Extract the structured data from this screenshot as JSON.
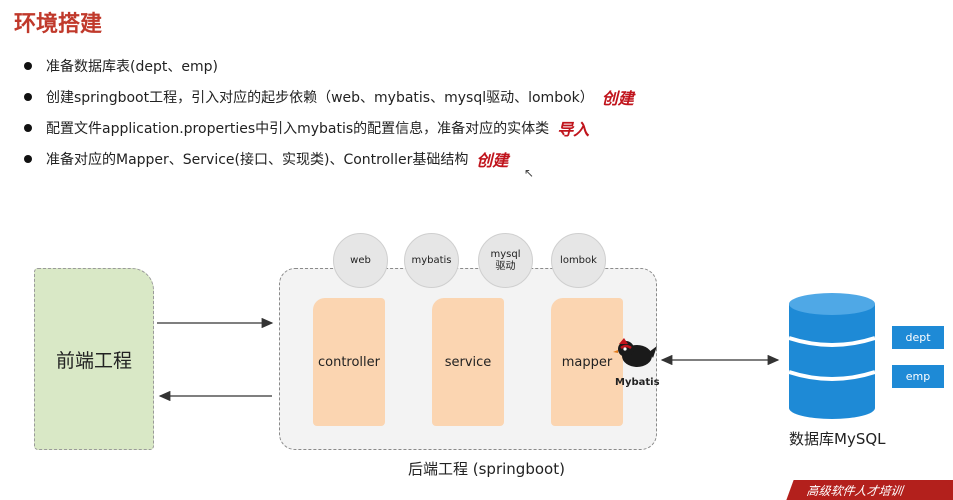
{
  "title": "环境搭建",
  "bullets": [
    {
      "text": "准备数据库表(dept、emp)",
      "note": ""
    },
    {
      "text": "创建springboot工程，引入对应的起步依赖（web、mybatis、mysql驱动、lombok）",
      "note": "创建"
    },
    {
      "text": "配置文件application.properties中引入mybatis的配置信息，准备对应的实体类",
      "note": "导入"
    },
    {
      "text": "准备对应的Mapper、Service(接口、实现类)、Controller基础结构",
      "note": "创建"
    }
  ],
  "diagram": {
    "frontend": "前端工程",
    "backend_label": "后端工程 (springboot)",
    "dependencies": [
      "web",
      "mybatis",
      "mysql",
      "驱动",
      "lombok"
    ],
    "layers": [
      "controller",
      "service",
      "mapper"
    ],
    "mybatis_logo": "Mybatis",
    "database": {
      "label": "数据库MySQL",
      "tables": [
        "dept",
        "emp"
      ]
    }
  },
  "banner": "高级软件人才培训"
}
